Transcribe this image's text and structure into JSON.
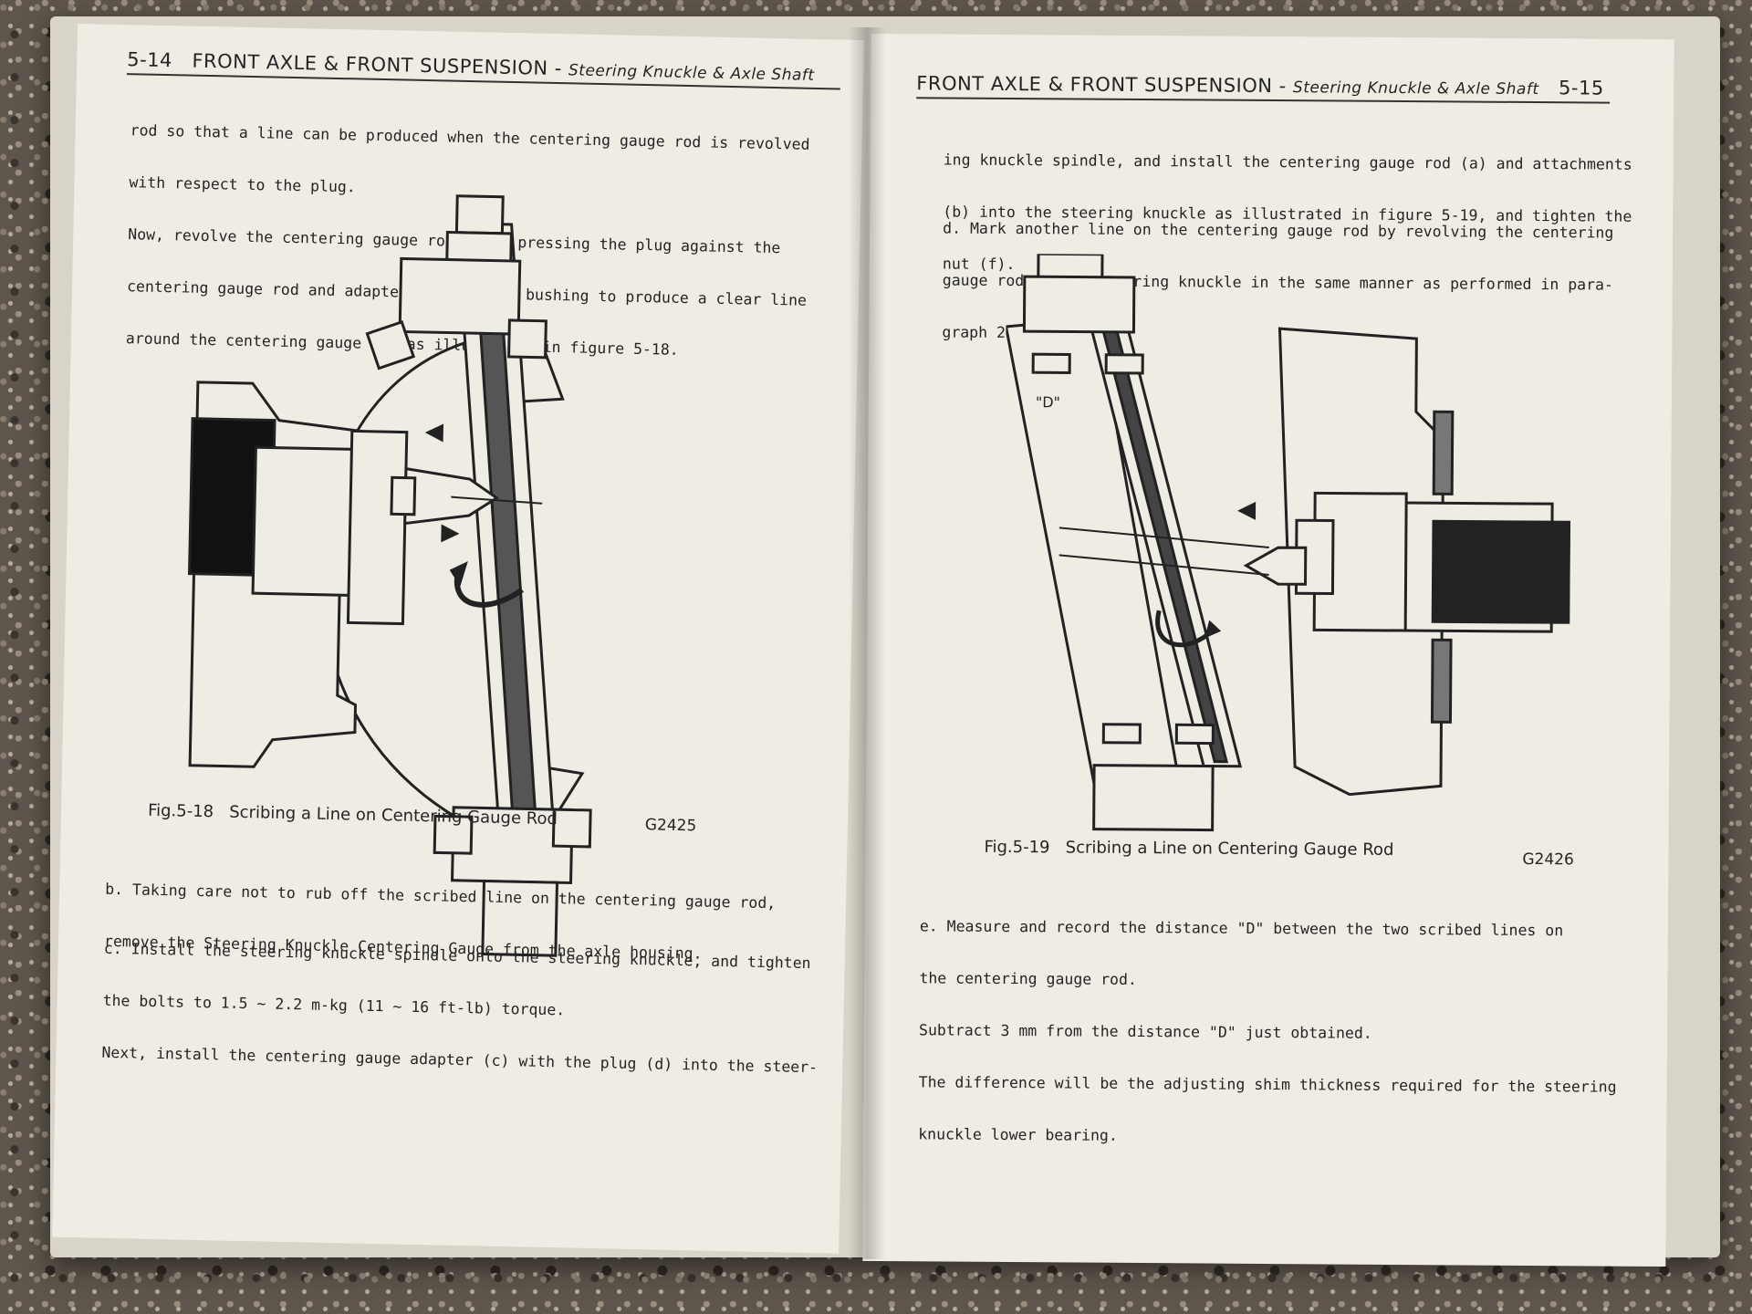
{
  "left_page": {
    "header_number": "5-14",
    "header_title": "FRONT AXLE & FRONT SUSPENSION - ",
    "header_subtitle": "Steering Knuckle & Axle Shaft",
    "para_top": [
      "rod so that a line can be produced when the centering gauge rod is revolved",
      "with respect to the plug.",
      "Now, revolve the centering gauge rod while pressing the plug against the",
      "centering gauge rod and adapter against the bushing to produce a clear line",
      "around the centering gauge rod as illustrated in figure 5-18."
    ],
    "figure_caption": "Fig.5-18   Scribing a Line on Centering Gauge Rod",
    "figure_code": "G2425",
    "para_b": [
      "b. Taking care not to rub off the scribed line on the centering gauge rod,",
      "remove the Steering Knuckle Centering Gauge from the axle housing."
    ],
    "para_c": [
      "c. Install the steering knuckle spindle onto the steering knuckle, and tighten",
      "the bolts to 1.5 ~ 2.2 m-kg (11 ~ 16 ft-lb) torque.",
      "Next, install the centering gauge adapter (c) with the plug (d) into the steer-"
    ]
  },
  "right_page": {
    "header_title": "FRONT AXLE & FRONT SUSPENSION - ",
    "header_subtitle": "Steering Knuckle & Axle Shaft",
    "header_number": "5-15",
    "para_top": [
      "ing knuckle spindle, and install the centering gauge rod (a) and attachments",
      "(b) into the steering knuckle as illustrated in figure 5-19, and tighten the",
      "nut (f)."
    ],
    "para_d": [
      "d. Mark another line on the centering gauge rod by revolving the centering",
      "gauge rod in the steering knuckle in the same manner as performed in para-",
      "graph 2-a."
    ],
    "figure_label_d": "\"D\"",
    "figure_caption": "Fig.5-19   Scribing a Line on Centering Gauge Rod",
    "figure_code": "G2426",
    "para_e": [
      "e. Measure and record the distance \"D\" between the two scribed lines on",
      "the centering gauge rod.",
      "Subtract 3 mm from the distance \"D\" just obtained.",
      "The difference will be the adjusting shim thickness required for the steering",
      "knuckle lower bearing."
    ]
  }
}
